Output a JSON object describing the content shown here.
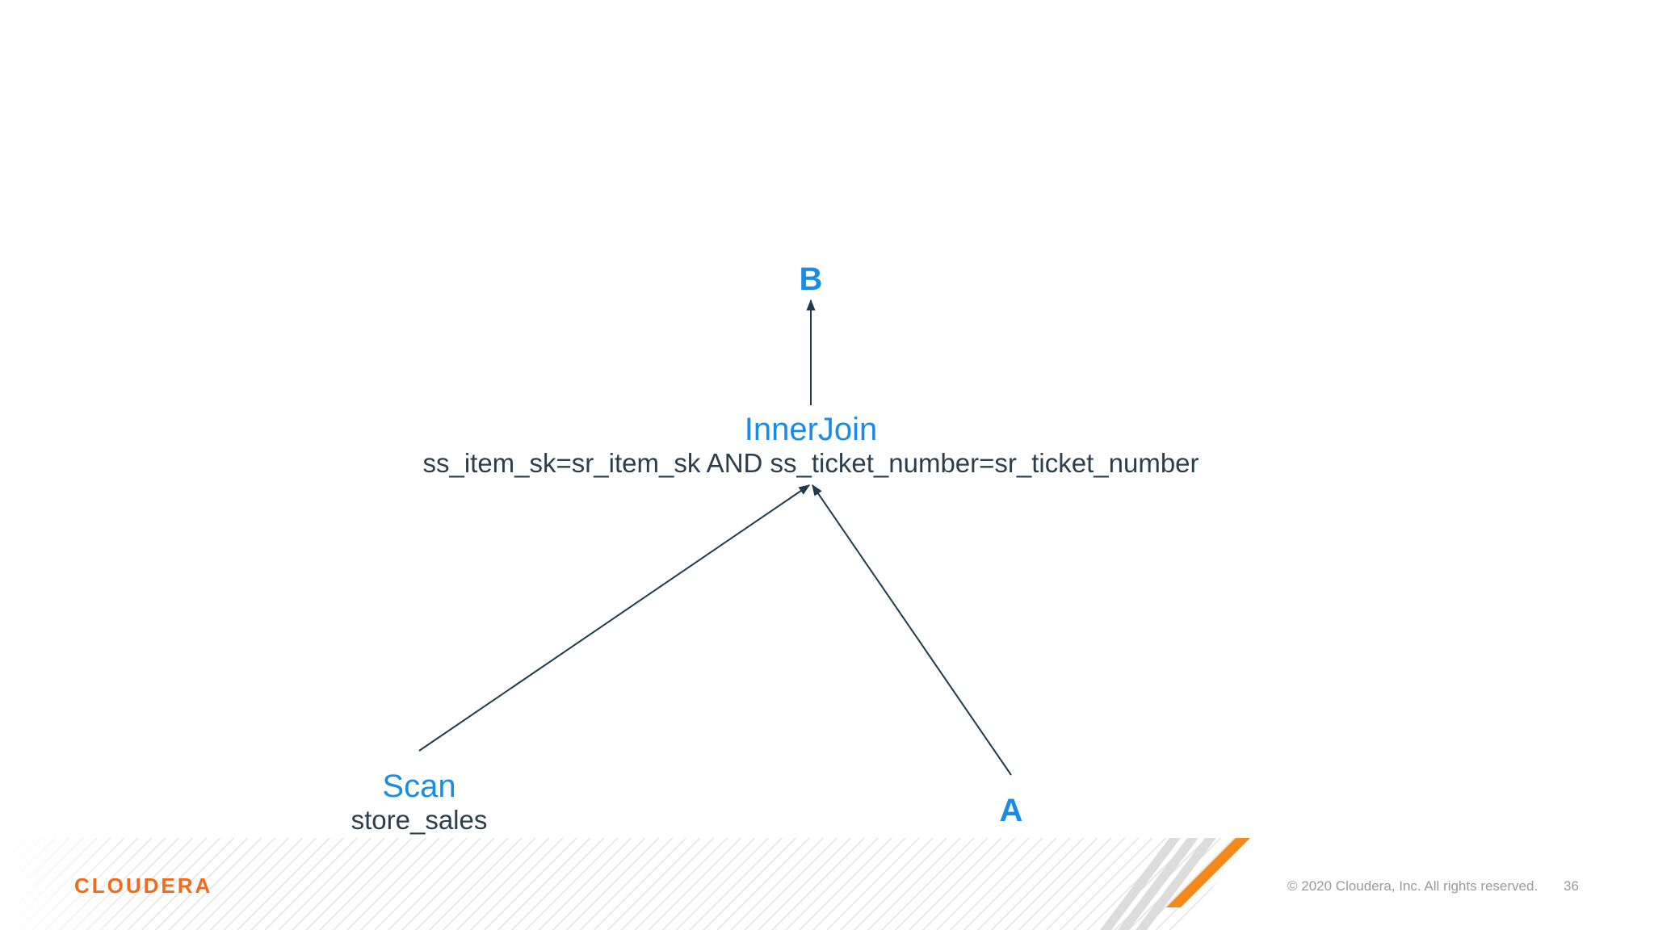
{
  "diagram": {
    "nodes": {
      "b": {
        "label": "B"
      },
      "inner_join": {
        "title": "InnerJoin",
        "condition": "ss_item_sk=sr_item_sk AND ss_ticket_number=sr_ticket_number"
      },
      "scan": {
        "title": "Scan",
        "table": "store_sales"
      },
      "a": {
        "label": "A"
      }
    },
    "edges": [
      {
        "from": "inner_join",
        "to": "b"
      },
      {
        "from": "scan",
        "to": "inner_join"
      },
      {
        "from": "a",
        "to": "inner_join"
      }
    ],
    "colors": {
      "node_title": "#1a8ce6",
      "node_text": "#2b3e4b",
      "edge": "#1f3b4d"
    }
  },
  "footer": {
    "logo_text": "CLOUDERA",
    "copyright": "© 2020 Cloudera, Inc. All rights reserved.",
    "page_number": "36",
    "colors": {
      "logo": "#f26b1d",
      "stripe": "#d9d9d9",
      "accent_stripe": "#f28a1e"
    }
  }
}
